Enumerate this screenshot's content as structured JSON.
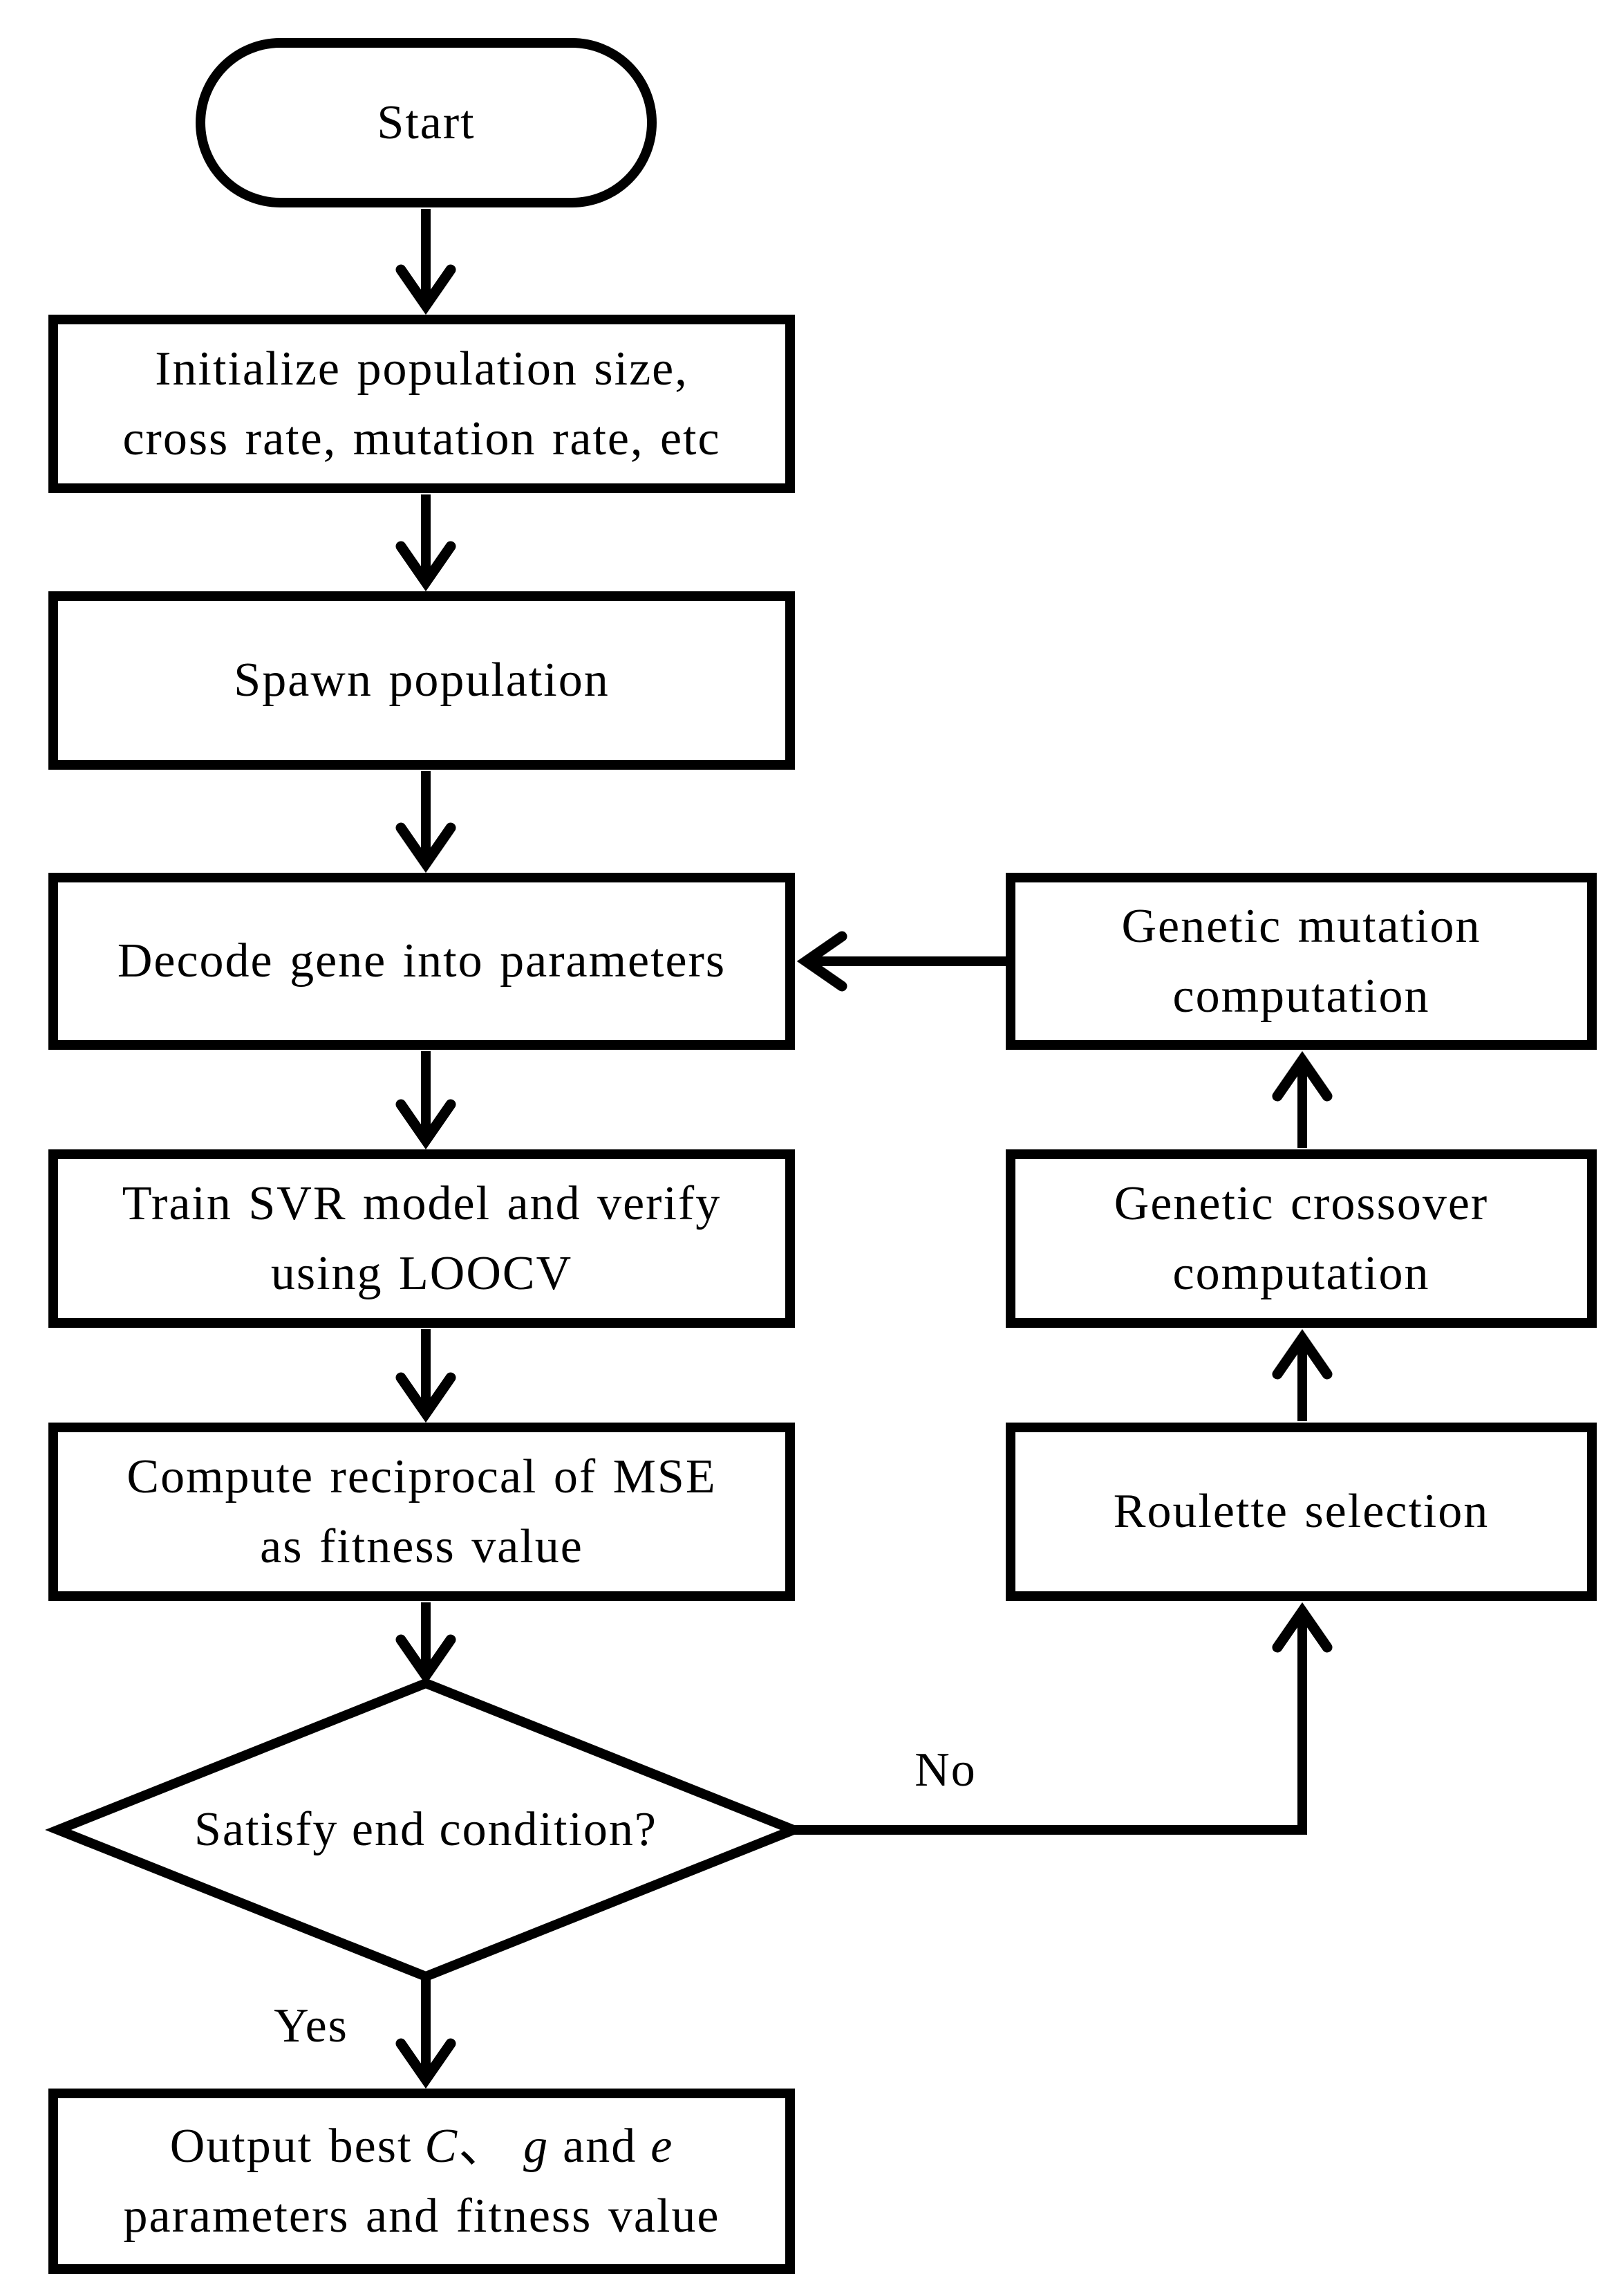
{
  "nodes": {
    "start": {
      "label": "Start"
    },
    "init": {
      "lines": [
        "Initialize population size,",
        "cross rate, mutation rate, etc"
      ]
    },
    "spawn": {
      "label": "Spawn population"
    },
    "decode": {
      "label": "Decode gene into parameters"
    },
    "train": {
      "lines": [
        "Train SVR model and verify",
        "using LOOCV"
      ]
    },
    "compute": {
      "lines": [
        "Compute reciprocal of MSE",
        "as fitness value"
      ]
    },
    "decision": {
      "label": "Satisfy end condition?"
    },
    "output": {
      "line1": {
        "pre": "Output best",
        "var_c": "C",
        "separator": "、",
        "var_g": "g",
        "conjunction": "and",
        "var_e": "e"
      },
      "line2": "parameters and fitness value"
    },
    "mutation": {
      "lines": [
        "Genetic mutation",
        "computation"
      ]
    },
    "crossover": {
      "lines": [
        "Genetic crossover",
        "computation"
      ]
    },
    "roulette": {
      "label": "Roulette selection"
    }
  },
  "edges": {
    "yes_label": "Yes",
    "no_label": "No"
  },
  "colors": {
    "stroke": "#000000",
    "fill": "#ffffff"
  }
}
